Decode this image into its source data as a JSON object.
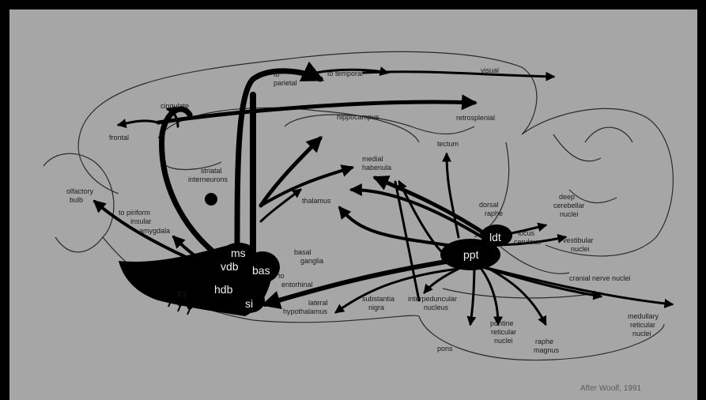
{
  "labels": {
    "to_parietal_1": "to",
    "to_parietal_2": "parietal",
    "to_temporal": "to temporal",
    "visual": "visual",
    "cingulate": "cingulate",
    "frontal": "frontal",
    "hippocampus": "hippocampus",
    "retrosplenial": "retrosplenial",
    "tectum": "tectum",
    "medial_1": "medial",
    "medial_2": "habenula",
    "striatal_1": "striatal",
    "striatal_2": "interneurons",
    "olfactory_1": "olfactory",
    "olfactory_2": "bulb",
    "piriform_1": "to piriform",
    "piriform_2": "insular",
    "piriform_3": "amygdala",
    "thalamus": "thalamus",
    "dorsal_1": "dorsal",
    "dorsal_2": "raphe",
    "deep_1": "deep",
    "deep_2": "cerebellar",
    "deep_3": "nuclei",
    "locus_1": "locus",
    "locus_2": "ceruleus",
    "vestibular_1": "vestibular",
    "vestibular_2": "nuclei",
    "basal_1": "basal",
    "basal_2": "ganglia",
    "entorhinal_1": "to",
    "entorhinal_2": "entorhinal",
    "cranial": "cranial nerve nuclei",
    "lateral_1": "lateral",
    "lateral_2": "hypothalamus",
    "substantia_1": "substantia",
    "substantia_2": "nigra",
    "interped_1": "interpeduncular",
    "interped_2": "nucleus",
    "medullary_1": "medullary",
    "medullary_2": "reticular",
    "medullary_3": "nuclei",
    "pontine_1": "pontine",
    "pontine_2": "reticular",
    "pontine_3": "nuclei",
    "raphe_1": "raphe",
    "raphe_2": "magnus",
    "pons": "pons",
    "ms": "ms",
    "vdb": "vdb",
    "bas": "bas",
    "hdb": "hdb",
    "si": "si",
    "ppt": "ppt",
    "ldt": "ldt",
    "ici": "ICj",
    "credit": "After Woolf, 1991"
  }
}
